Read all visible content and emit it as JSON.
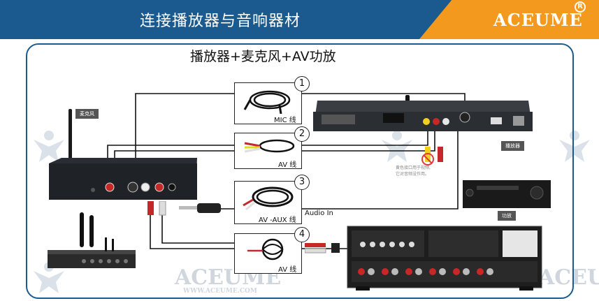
{
  "header": {
    "title": "连接播放器与音响器材",
    "brand": "ACEUME",
    "reg_mark": "R"
  },
  "subtitle": "播放器+麦克风+AV功放",
  "labels": {
    "mic": "麦克风",
    "player": "播放器",
    "amp": "功放",
    "audio_in": "Audio In",
    "note_line1": "黄色接口用于视频,",
    "note_line2": "它对音频没作用。"
  },
  "cables": [
    {
      "num": "1",
      "label": "MIC 线"
    },
    {
      "num": "2",
      "label": "AV 线"
    },
    {
      "num": "3",
      "label": "AV -AUX 线"
    },
    {
      "num": "4",
      "label": "AV 线"
    }
  ],
  "watermark": {
    "brand": "ACEUME",
    "url": "WWW.ACEUME.COM"
  },
  "colors": {
    "header_bg": "#1a5a8f",
    "header_accent": "#f39a1e",
    "frame": "#1a5a8f"
  }
}
